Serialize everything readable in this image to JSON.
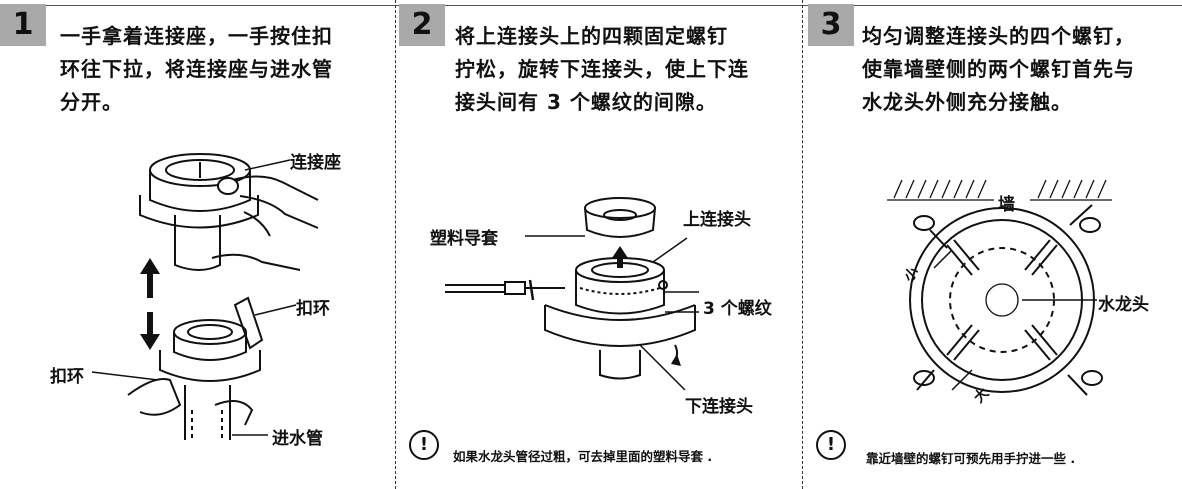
{
  "steps": [
    {
      "number": "1",
      "text": " 一手拿着连接座，一手按住扣\n环往下拉，将连接座与进水管\n分开。",
      "labels": {
        "connector_seat": "连接座",
        "ring_top": "扣环",
        "ring_left": "扣环",
        "inlet_pipe": "进水管"
      }
    },
    {
      "number": "2",
      "text": "将上连接头上的四颗固定螺钉\n拧松，旋转下连接头，使上下连\n接头间有 3 个螺纹的间隙。",
      "labels": {
        "plastic_sleeve": "塑料导套",
        "upper_connector": "上连接头",
        "threads": "3 个螺纹",
        "lower_connector": "下连接头"
      },
      "note": "如果水龙头管径过粗，可去掉里面的塑料导套 ."
    },
    {
      "number": "3",
      "text": "均匀调整连接头的四个螺钉，\n使靠墙壁侧的两个螺钉首先与\n水龙头外侧充分接触。",
      "labels": {
        "wall": "墙",
        "faucet": "水龙头",
        "small": "小",
        "large": "大"
      },
      "note": "靠近墙壁的螺钉可预先用手拧进一些 ."
    }
  ],
  "warning_symbol": "!"
}
